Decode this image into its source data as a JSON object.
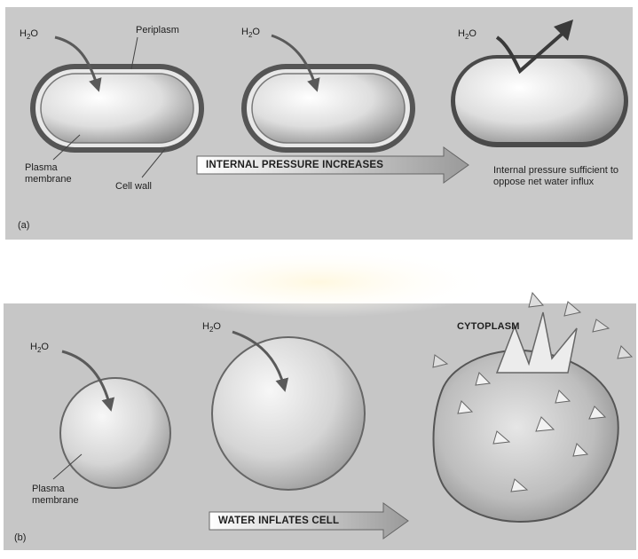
{
  "panel_a": {
    "tag": "(a)",
    "water_labels": [
      "H2O",
      "H2O",
      "H2O"
    ],
    "periplasm_label": "Periplasm",
    "plasma_membrane_label": "Plasma membrane",
    "cell_wall_label": "Cell wall",
    "arrow_label": "INTERNAL PRESSURE INCREASES",
    "outcome_label": "Internal pressure sufficient to oppose net water influx"
  },
  "panel_b": {
    "tag": "(b)",
    "water_labels": [
      "H2O",
      "H2O"
    ],
    "plasma_membrane_label": "Plasma membrane",
    "arrow_label": "WATER INFLATES CELL",
    "cytoplasm_label": "CYTOPLASM"
  },
  "colors": {
    "panel_background": "#c9c9c9",
    "page_background": "#ffffff",
    "cell_fill": "#d9d9d9",
    "cell_wall": "#4a4a4a",
    "arrow": "#3a3a3a",
    "text": "#1e1e1e"
  }
}
